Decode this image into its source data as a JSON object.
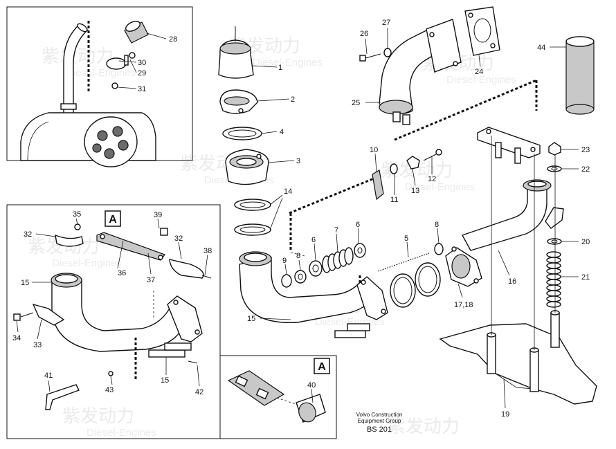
{
  "diagram": {
    "footer": {
      "line1": "Volvo Construction",
      "line2": "Equipment Group",
      "code": "BS 201"
    },
    "detail_marker": "A",
    "watermark": {
      "cn": "紫发动力",
      "en": "Diesel-Engines"
    },
    "labels": [
      {
        "id": "l28",
        "text": "28"
      },
      {
        "id": "l30",
        "text": "30"
      },
      {
        "id": "l29",
        "text": "29"
      },
      {
        "id": "l31",
        "text": "31"
      },
      {
        "id": "l1",
        "text": "1"
      },
      {
        "id": "l2",
        "text": "2"
      },
      {
        "id": "l4",
        "text": "4"
      },
      {
        "id": "l3",
        "text": "3"
      },
      {
        "id": "l14",
        "text": "14"
      },
      {
        "id": "l26",
        "text": "26"
      },
      {
        "id": "l27",
        "text": "27"
      },
      {
        "id": "l24",
        "text": "24"
      },
      {
        "id": "l25",
        "text": "25"
      },
      {
        "id": "l44",
        "text": "44"
      },
      {
        "id": "l10",
        "text": "10"
      },
      {
        "id": "l11",
        "text": "11"
      },
      {
        "id": "l13",
        "text": "13"
      },
      {
        "id": "l12",
        "text": "12"
      },
      {
        "id": "l23",
        "text": "23"
      },
      {
        "id": "l22",
        "text": "22"
      },
      {
        "id": "l20",
        "text": "20"
      },
      {
        "id": "l21",
        "text": "21"
      },
      {
        "id": "l9",
        "text": "9"
      },
      {
        "id": "l8a",
        "text": "8"
      },
      {
        "id": "l6a",
        "text": "6"
      },
      {
        "id": "l7",
        "text": "7"
      },
      {
        "id": "l6b",
        "text": "6"
      },
      {
        "id": "l5",
        "text": "5"
      },
      {
        "id": "l8b",
        "text": "8"
      },
      {
        "id": "l16",
        "text": "16"
      },
      {
        "id": "l1718",
        "text": "17,18"
      },
      {
        "id": "l15a",
        "text": "15"
      },
      {
        "id": "l19",
        "text": "19"
      },
      {
        "id": "l35",
        "text": "35"
      },
      {
        "id": "l32a",
        "text": "32"
      },
      {
        "id": "l39",
        "text": "39"
      },
      {
        "id": "l32b",
        "text": "32"
      },
      {
        "id": "l38",
        "text": "38"
      },
      {
        "id": "l36",
        "text": "36"
      },
      {
        "id": "l37",
        "text": "37"
      },
      {
        "id": "l15b",
        "text": "15"
      },
      {
        "id": "l34",
        "text": "34"
      },
      {
        "id": "l33",
        "text": "33"
      },
      {
        "id": "l41",
        "text": "41"
      },
      {
        "id": "l43",
        "text": "43"
      },
      {
        "id": "l15c",
        "text": "15"
      },
      {
        "id": "l42",
        "text": "42"
      },
      {
        "id": "l40",
        "text": "40"
      }
    ]
  }
}
